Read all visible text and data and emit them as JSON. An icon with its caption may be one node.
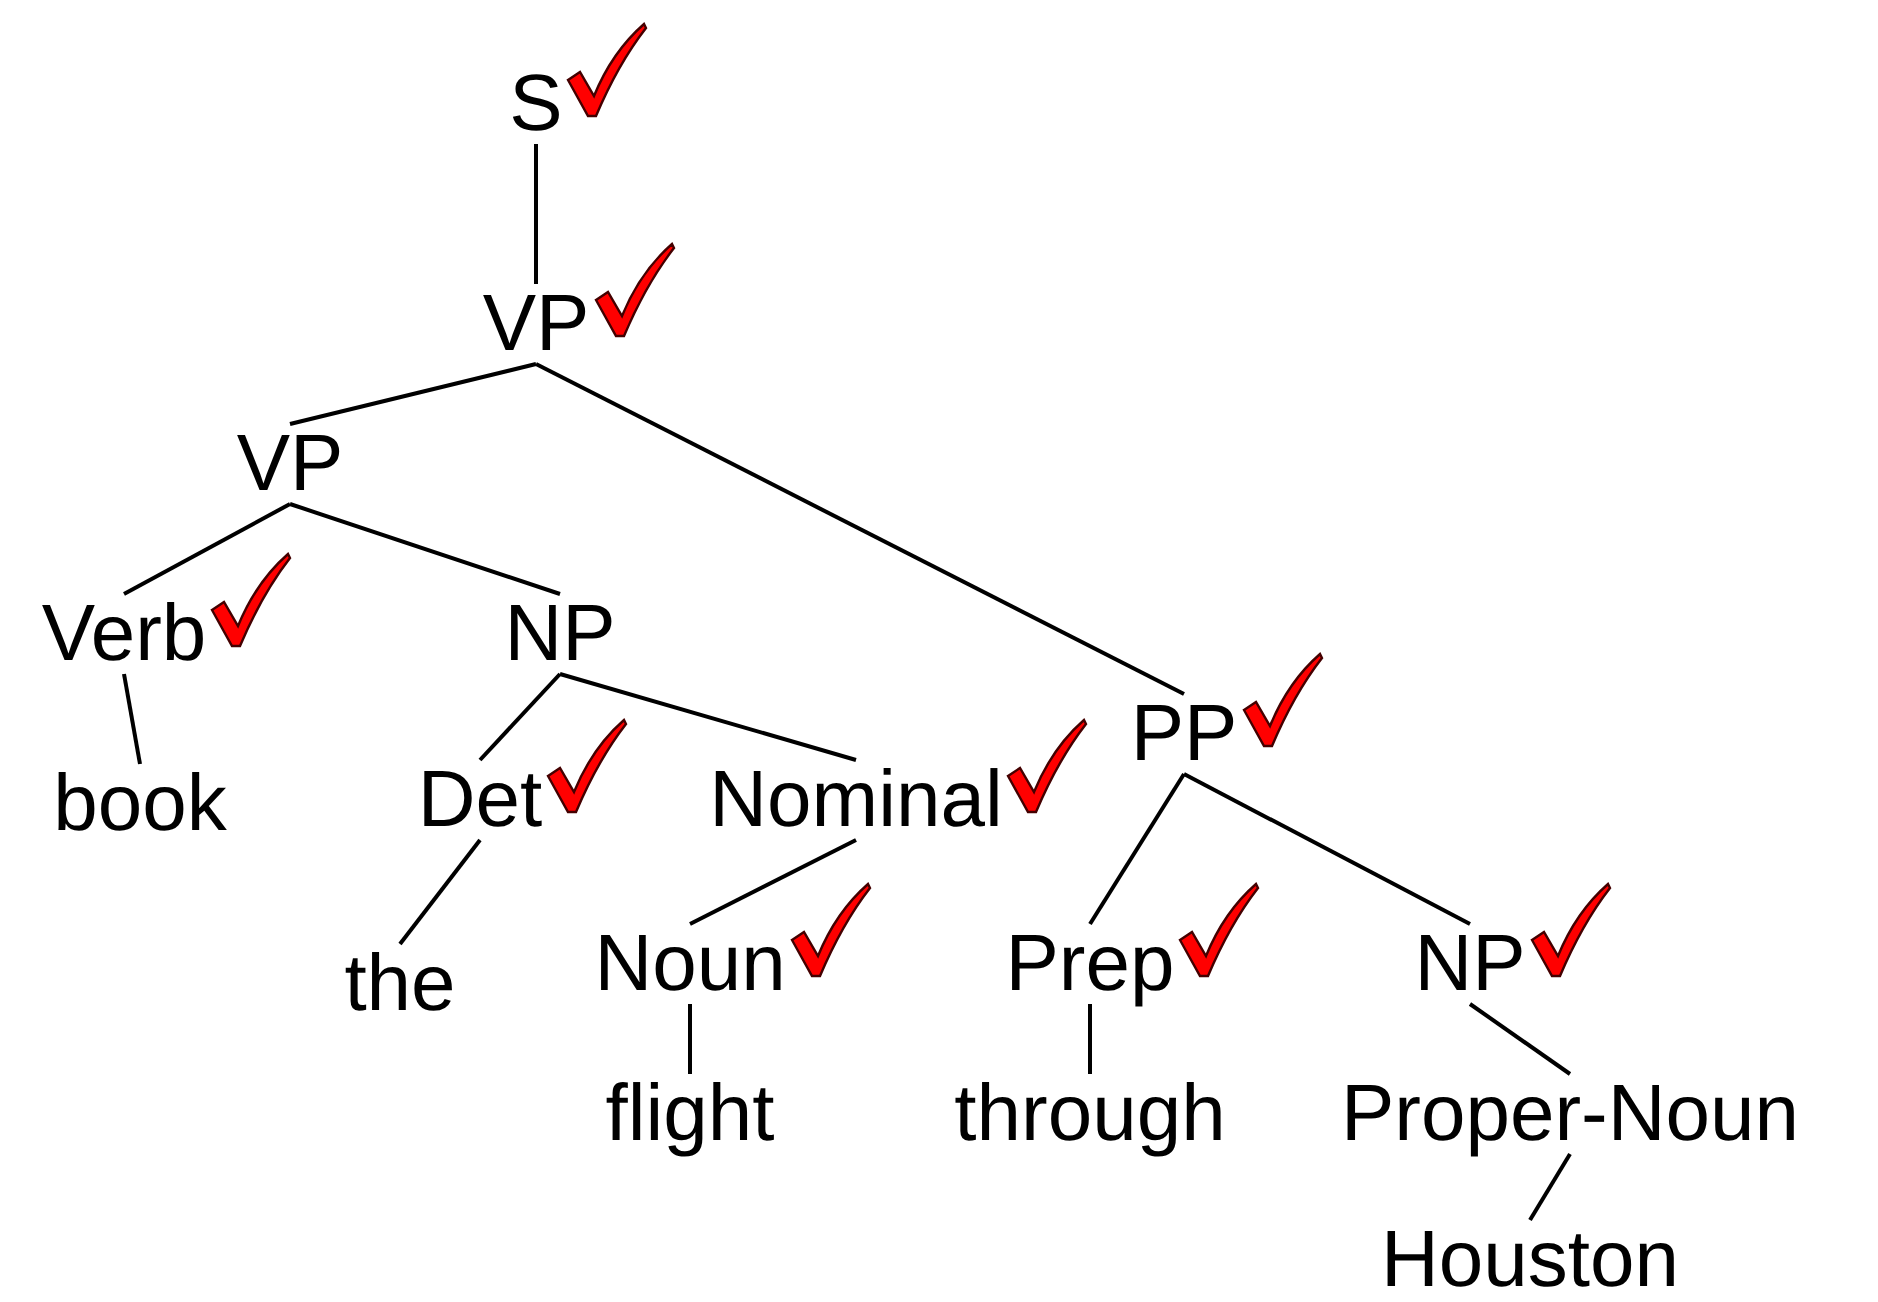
{
  "diagram": {
    "nodes": [
      {
        "text": [
          "S"
        ]
      },
      {
        "text": [
          "VP"
        ]
      },
      {
        "text": [
          "VP"
        ]
      },
      {
        "text": [
          "Verb"
        ]
      },
      {
        "text": [
          "NP"
        ]
      },
      {
        "text": [
          "PP"
        ]
      },
      {
        "text": [
          "book"
        ]
      },
      {
        "text": [
          "Det"
        ]
      },
      {
        "text": [
          "Nominal"
        ]
      },
      {
        "text": [
          "the"
        ]
      },
      {
        "text": [
          "Noun"
        ]
      },
      {
        "text": [
          "flight"
        ]
      },
      {
        "text": [
          "Prep"
        ]
      },
      {
        "text": [
          "NP"
        ]
      },
      {
        "text": [
          "through"
        ]
      },
      {
        "text": [
          "Proper-Noun"
        ]
      },
      {
        "text": [
          "Houston"
        ]
      }
    ],
    "edges": [
      {
        "from": 0,
        "to": 1,
        "arrow": "none"
      },
      {
        "from": 1,
        "to": 2,
        "arrow": "none"
      },
      {
        "from": 1,
        "to": 5,
        "arrow": "none"
      },
      {
        "from": 2,
        "to": 3,
        "arrow": "none"
      },
      {
        "from": 2,
        "to": 4,
        "arrow": "none"
      },
      {
        "from": 3,
        "to": 6,
        "arrow": "none"
      },
      {
        "from": 4,
        "to": 7,
        "arrow": "none"
      },
      {
        "from": 4,
        "to": 8,
        "arrow": "none"
      },
      {
        "from": 7,
        "to": 9,
        "arrow": "none"
      },
      {
        "from": 8,
        "to": 10,
        "arrow": "none"
      },
      {
        "from": 10,
        "to": 11,
        "arrow": "none"
      },
      {
        "from": 5,
        "to": 12,
        "arrow": "none"
      },
      {
        "from": 5,
        "to": 13,
        "arrow": "none"
      },
      {
        "from": 12,
        "to": 14,
        "arrow": "none"
      },
      {
        "from": 13,
        "to": 15,
        "arrow": "none"
      },
      {
        "from": 15,
        "to": 16,
        "arrow": "none"
      }
    ]
  }
}
